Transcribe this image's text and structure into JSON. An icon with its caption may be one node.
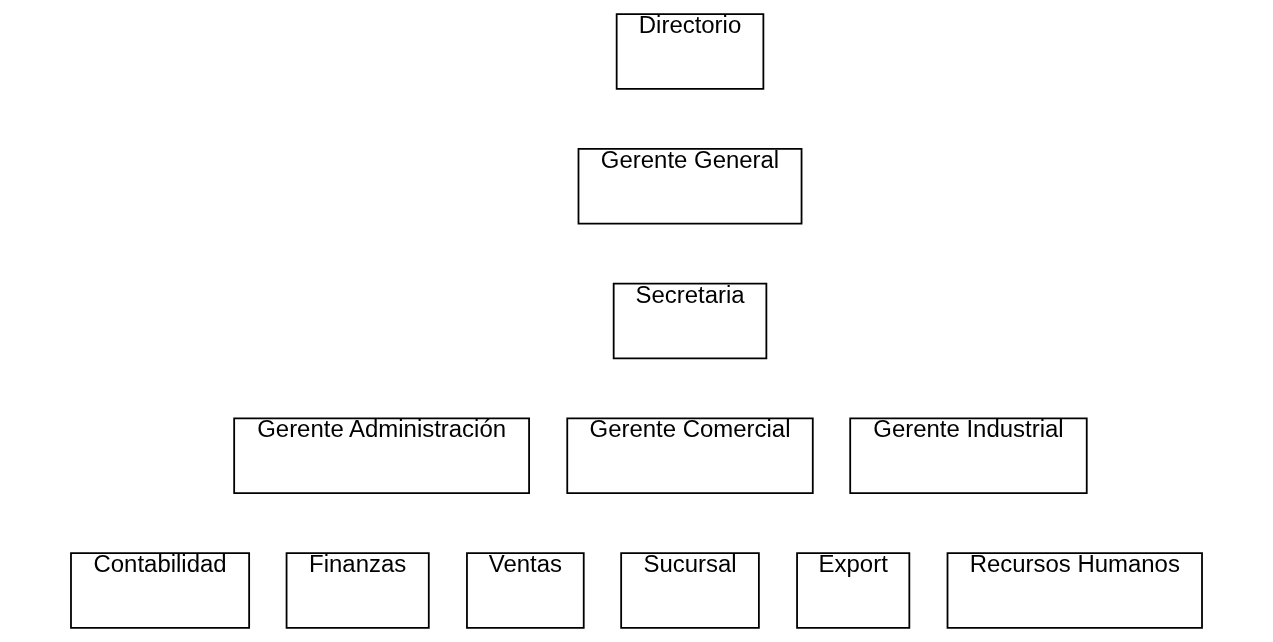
{
  "diagram": {
    "nodes": [
      {
        "text": [
          "Directorio"
        ]
      },
      {
        "text": [
          "Gerente General"
        ]
      },
      {
        "text": [
          "Secretaria"
        ]
      },
      {
        "text": [
          "Gerente Administración"
        ]
      },
      {
        "text": [
          "Gerente Comercial"
        ]
      },
      {
        "text": [
          "Gerente Industrial"
        ]
      },
      {
        "text": [
          "Contabilidad"
        ]
      },
      {
        "text": [
          "Finanzas"
        ]
      },
      {
        "text": [
          "Ventas"
        ]
      },
      {
        "text": [
          "Sucursal"
        ]
      },
      {
        "text": [
          "Export"
        ]
      },
      {
        "text": [
          "Recursos Humanos"
        ]
      }
    ]
  }
}
